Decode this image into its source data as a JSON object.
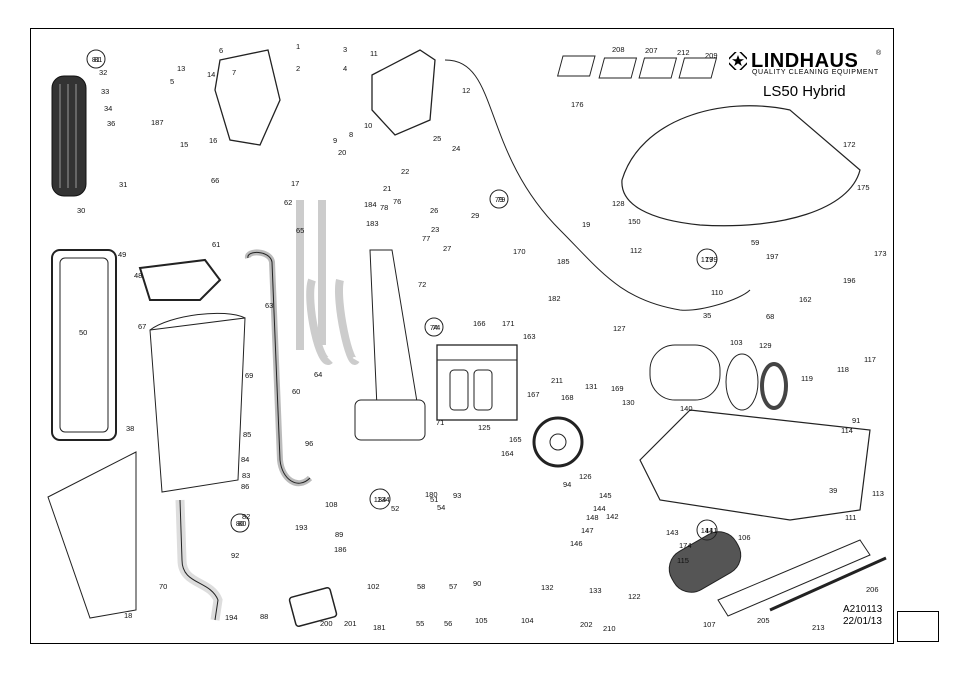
{
  "header": {
    "brand": "LINDHAUS",
    "registered": "®",
    "tagline": "QUALITY CLEANING EQUIPMENT",
    "model": "LS50 Hybrid"
  },
  "footer": {
    "doc_code": "A210113",
    "doc_date": "22/01/13"
  },
  "part_numbers": [
    "1",
    "2",
    "3",
    "4",
    "5",
    "6",
    "7",
    "8",
    "9",
    "10",
    "11",
    "12",
    "13",
    "14",
    "15",
    "16",
    "17",
    "18",
    "19",
    "20",
    "21",
    "22",
    "23",
    "24",
    "25",
    "26",
    "27",
    "29",
    "30",
    "31",
    "32",
    "33",
    "34",
    "35",
    "36",
    "38",
    "39",
    "48",
    "49",
    "50",
    "51",
    "52",
    "54",
    "55",
    "56",
    "57",
    "58",
    "59",
    "60",
    "61",
    "62",
    "63",
    "64",
    "65",
    "66",
    "67",
    "68",
    "69",
    "70",
    "71",
    "72",
    "74",
    "76",
    "77",
    "78",
    "79",
    "80",
    "81",
    "82",
    "83",
    "84",
    "85",
    "86",
    "88",
    "89",
    "90",
    "91",
    "92",
    "93",
    "94",
    "96",
    "102",
    "103",
    "104",
    "105",
    "106",
    "107",
    "108",
    "110",
    "111",
    "112",
    "113",
    "114",
    "115",
    "117",
    "118",
    "119",
    "122",
    "125",
    "126",
    "127",
    "128",
    "129",
    "130",
    "131",
    "132",
    "133",
    "134",
    "140",
    "141",
    "142",
    "143",
    "144",
    "145",
    "146",
    "147",
    "148",
    "150",
    "162",
    "163",
    "164",
    "165",
    "166",
    "167",
    "168",
    "169",
    "170",
    "171",
    "172",
    "173",
    "174",
    "175",
    "176",
    "179",
    "180",
    "181",
    "182",
    "183",
    "184",
    "185",
    "186",
    "187",
    "193",
    "194",
    "196",
    "197",
    "200",
    "201",
    "202",
    "205",
    "206",
    "207",
    "208",
    "209",
    "210",
    "211",
    "212",
    "213"
  ]
}
